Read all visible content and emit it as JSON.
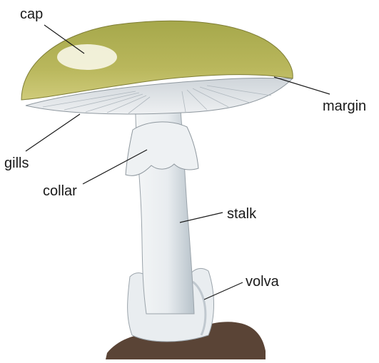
{
  "labels": {
    "cap": "cap",
    "margin": "margin",
    "gills": "gills",
    "collar": "collar",
    "stalk": "stalk",
    "volva": "volva"
  },
  "colors": {
    "cap": "#b7b45a",
    "cap_shade": "#9a983f",
    "gills": "#e2e6ea",
    "stalk": "#eef1f3",
    "stalk_shadow": "#b8c3cc",
    "soil": "#5a4436",
    "leader": "#1a1a1a"
  }
}
